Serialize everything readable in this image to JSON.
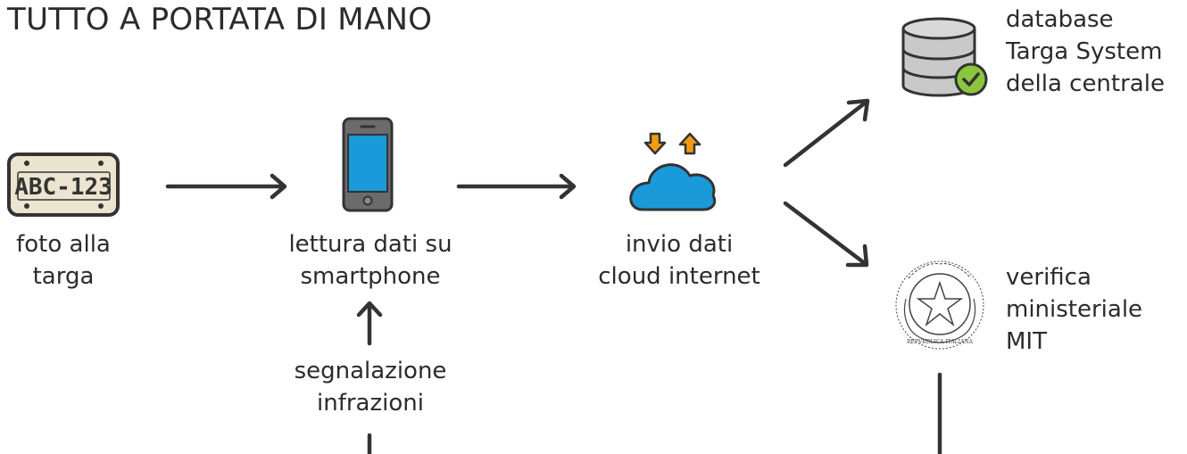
{
  "title": "TUTTO A PORTATA DI MANO",
  "plate": {
    "text": "ABC-123"
  },
  "nodes": {
    "foto": "foto alla\ntarga",
    "lettura": "lettura dati su\nsmartphone",
    "invio": "invio dati\ncloud internet",
    "segnalazione": "segnalazione\ninfrazioni",
    "database": "database\nTarga System\ndella centrale",
    "verifica": "verifica\nministeriale\nMIT"
  },
  "emblem": {
    "ring_text": "REPVBBLICA ITALIANA"
  },
  "colors": {
    "phone_screen": "#1a9ad8",
    "cloud": "#1a9ad8",
    "arrows_orange": "#f39a14",
    "check_green": "#8cc63f",
    "db_gray": "#c9c9c9",
    "plate_bg": "#ebe4cf",
    "ink": "#333333"
  }
}
